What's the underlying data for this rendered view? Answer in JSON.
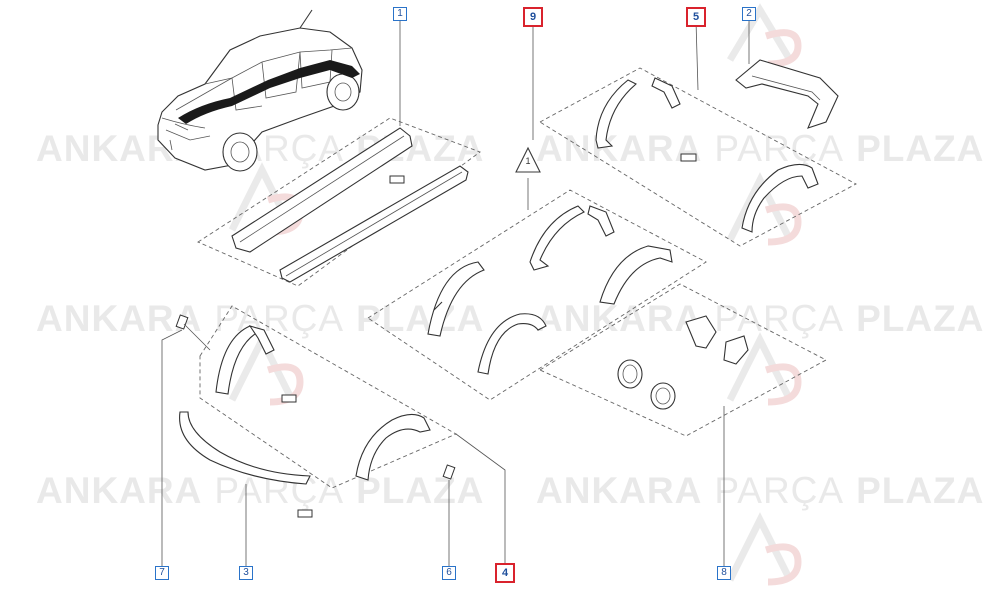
{
  "watermark": {
    "word1": "ANKARA",
    "word2": "PARÇA",
    "word3": "PLAZA"
  },
  "callouts": {
    "c1": "1",
    "c2": "2",
    "c3": "3",
    "c4": "4",
    "c5": "5",
    "c6": "6",
    "c7": "7",
    "c8": "8",
    "c9": "9"
  },
  "warning_label": "1",
  "colors": {
    "callout_border": "#2a73c9",
    "highlight_border": "#d9232d",
    "line": "#333333",
    "watermark": "#e6e6e6"
  }
}
